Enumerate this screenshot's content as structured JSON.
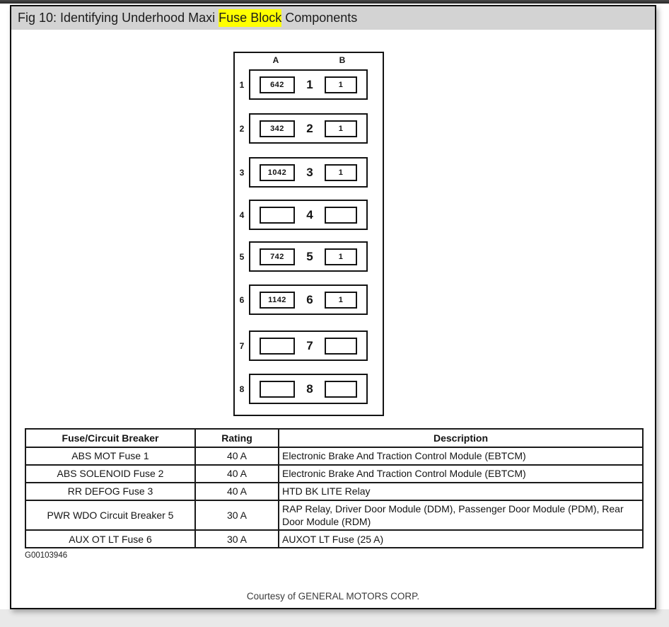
{
  "page": {
    "title": {
      "prefix": "Fig 10: Identifying Underhood Maxi ",
      "highlight": "Fuse Block",
      "suffix": " Components",
      "highlight_color": "#ffff00",
      "bar_color": "#d3d3d3"
    },
    "figure_id": "G00103946",
    "credit": "Courtesy of GENERAL MOTORS CORP."
  },
  "diagram": {
    "column_headers": {
      "a": "A",
      "b": "B"
    },
    "rows": [
      {
        "label": "1",
        "a_value": "642",
        "center": "1",
        "b_value": "1"
      },
      {
        "label": "2",
        "a_value": "342",
        "center": "2",
        "b_value": "1"
      },
      {
        "label": "3",
        "a_value": "1042",
        "center": "3",
        "b_value": "1"
      },
      {
        "label": "4",
        "a_value": "",
        "center": "4",
        "b_value": ""
      },
      {
        "label": "5",
        "a_value": "742",
        "center": "5",
        "b_value": "1"
      },
      {
        "label": "6",
        "a_value": "1142",
        "center": "6",
        "b_value": "1"
      },
      {
        "label": "7",
        "a_value": "",
        "center": "7",
        "b_value": ""
      },
      {
        "label": "8",
        "a_value": "",
        "center": "8",
        "b_value": ""
      }
    ]
  },
  "table": {
    "headers": [
      "Fuse/Circuit Breaker",
      "Rating",
      "Description"
    ],
    "rows": [
      [
        "ABS MOT Fuse 1",
        "40 A",
        "Electronic Brake And Traction Control Module (EBTCM)"
      ],
      [
        "ABS SOLENOID Fuse 2",
        "40 A",
        "Electronic Brake And Traction Control Module (EBTCM)"
      ],
      [
        "RR DEFOG Fuse 3",
        "40 A",
        "HTD BK LITE Relay"
      ],
      [
        "PWR WDO Circuit Breaker 5",
        "30 A",
        "RAP Relay, Driver Door Module (DDM), Passenger Door Module (PDM), Rear Door Module (RDM)"
      ],
      [
        "AUX OT LT Fuse 6",
        "30 A",
        "AUXOT LT Fuse (25 A)"
      ]
    ]
  }
}
